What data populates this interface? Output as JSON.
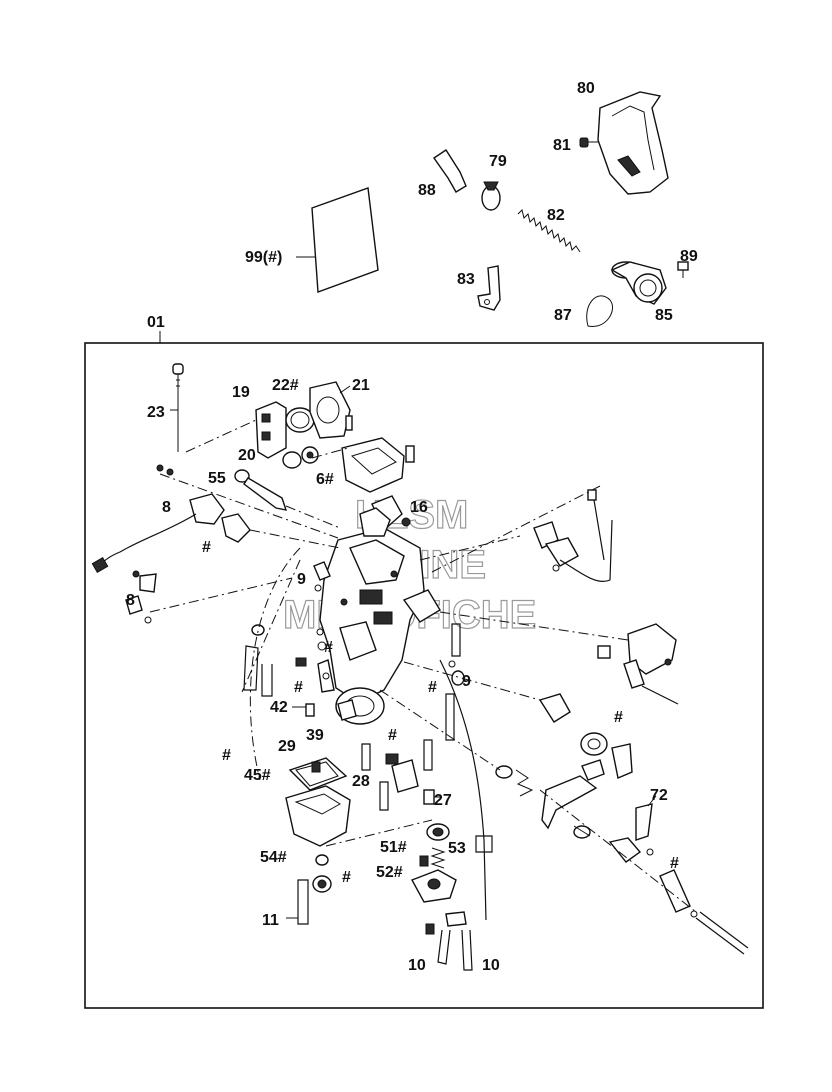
{
  "diagram": {
    "assembly_label": "01",
    "watermark": [
      "HLSM",
      "ONLINE",
      "MICROFICHE"
    ],
    "callouts": {
      "c80": "80",
      "c81": "81",
      "c79": "79",
      "c88": "88",
      "c82": "82",
      "c99": "99(#)",
      "c83": "83",
      "c89": "89",
      "c87": "87",
      "c85": "85",
      "c23": "23",
      "c19": "19",
      "c22": "22#",
      "c21": "21",
      "c20": "20",
      "c6": "6#",
      "c55": "55",
      "c16": "16",
      "c8a": "8",
      "c8b": "8",
      "c9a": "9",
      "c9b": "9",
      "c42": "42",
      "c39": "39",
      "c29": "29",
      "c45": "45#",
      "c28": "28",
      "c27": "27",
      "c51": "51#",
      "c53": "53",
      "c52": "52#",
      "c54": "54#",
      "c11": "11",
      "c10a": "10",
      "c10b": "10",
      "c72": "72",
      "h1": "#",
      "h2": "#",
      "h3": "#",
      "h4": "#",
      "h5": "#",
      "h6": "#",
      "h7": "#",
      "h8": "#",
      "h9": "#"
    }
  }
}
